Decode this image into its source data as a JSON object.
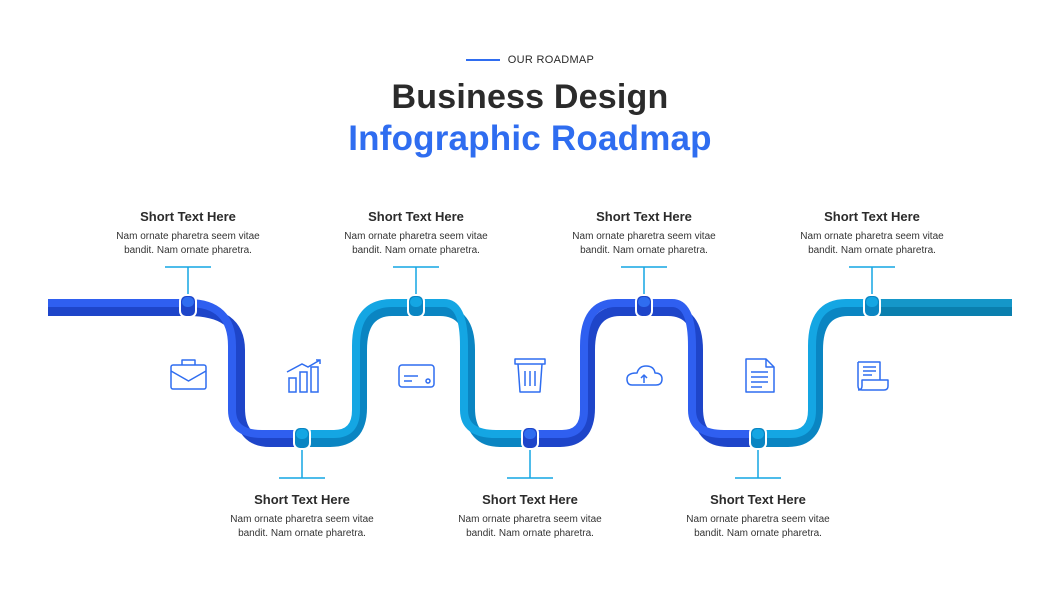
{
  "header": {
    "eyebrow": "OUR ROADMAP",
    "title_line1": "Business Design",
    "title_line2": "Infographic Roadmap"
  },
  "colors": {
    "blue_dark": "#2f5ff0",
    "blue_light": "#14a6e3",
    "teal_end": "#0f93c4",
    "text_dark": "#2b2b2b",
    "accent": "#2f6df0"
  },
  "steps": [
    {
      "title": "Short Text Here",
      "desc1": "Nam ornate pharetra seem vitae",
      "desc2": "bandit. Nam ornate pharetra.",
      "icon": "briefcase-icon"
    },
    {
      "title": "Short Text Here",
      "desc1": "Nam ornate pharetra seem vitae",
      "desc2": "bandit. Nam ornate pharetra.",
      "icon": "bar-chart-icon"
    },
    {
      "title": "Short Text Here",
      "desc1": "Nam ornate pharetra seem vitae",
      "desc2": "bandit. Nam ornate pharetra.",
      "icon": "credit-card-icon"
    },
    {
      "title": "Short Text Here",
      "desc1": "Nam ornate pharetra seem vitae",
      "desc2": "bandit. Nam ornate pharetra.",
      "icon": "trash-icon"
    },
    {
      "title": "Short Text Here",
      "desc1": "Nam ornate pharetra seem vitae",
      "desc2": "bandit. Nam ornate pharetra.",
      "icon": "cloud-upload-icon"
    },
    {
      "title": "Short Text Here",
      "desc1": "Nam ornate pharetra seem vitae",
      "desc2": "bandit. Nam ornate pharetra.",
      "icon": "document-icon"
    },
    {
      "title": "Short Text Here",
      "desc1": "Nam ornate pharetra seem vitae",
      "desc2": "bandit. Nam ornate pharetra.",
      "icon": "receipt-icon"
    }
  ]
}
